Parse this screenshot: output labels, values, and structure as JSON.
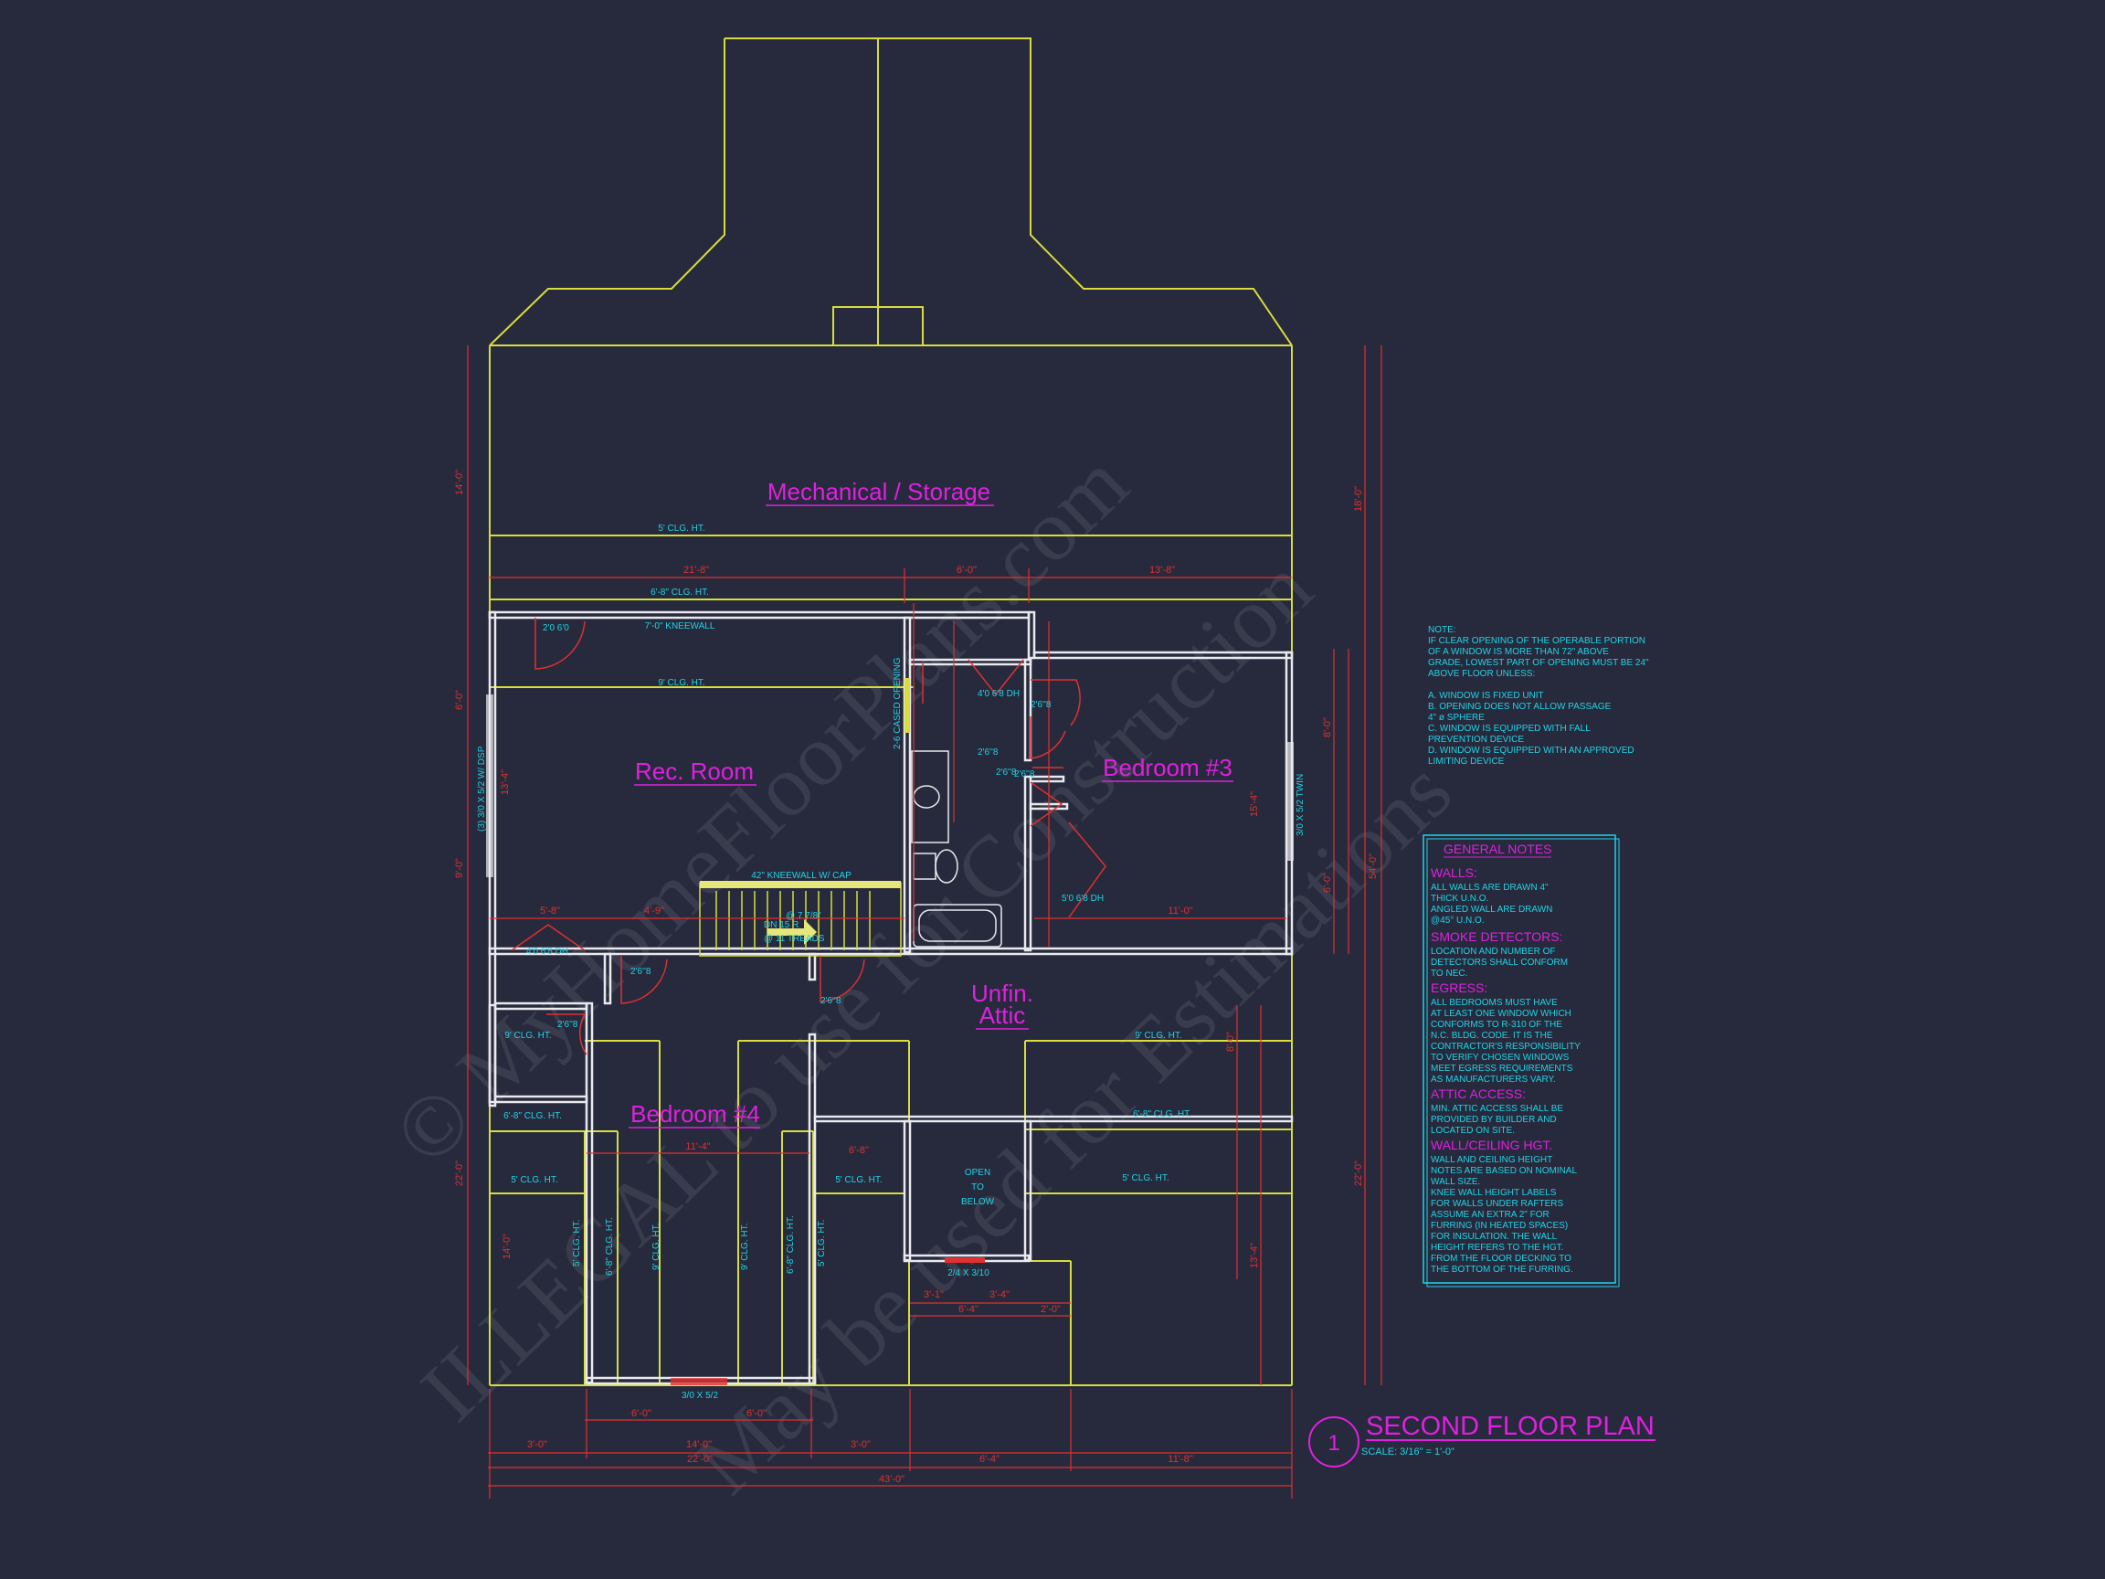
{
  "drawing": {
    "title": "SECOND FLOOR PLAN",
    "scale": "SCALE: 3/16\" = 1'-0\"",
    "number": "1"
  },
  "rooms": {
    "mech": "Mechanical / Storage",
    "rec": "Rec. Room",
    "bed3": "Bedroom #3",
    "bed4": "Bedroom #4",
    "unfin1": "Unfin.",
    "unfin2": "Attic",
    "open1": "OPEN",
    "open2": "TO",
    "open3": "BELOW"
  },
  "labels": {
    "clg5_top": "5' CLG. HT.",
    "clg68_top": "6'-8\" CLG. HT.",
    "kneewall7": "7'-0\" KNEEWALL",
    "clg9_rec": "9' CLG. HT.",
    "kneewall42": "42\" KNEEWALL W/ CAP",
    "stair1": "DN 15 R",
    "stair2": "@ 7 7/8\"",
    "stair3": "@ 11 TREADS",
    "cased": "2-6 CASED OPENING",
    "win_left": "(3) 3/0 X 5/2 W/ DSP",
    "win_right": "3/0 X 5/2 TWIN",
    "dh46_a": "4'0 6'8 DH",
    "dh46_b": "4'0 6'8 DH",
    "dh56": "5'0 6'8 DH",
    "door26a": "2'6''8",
    "door26b": "2'6''8",
    "door26c": "2'6''8",
    "door26d": "2'6''8",
    "door26e": "2'6''8",
    "door26f": "2'6''8",
    "door26g": "2'6''8",
    "door20": "2'0 6'0",
    "clg9_left": "9' CLG. HT.",
    "clg68_left": "6'-8\" CLG. HT.",
    "clg5_left": "5' CLG. HT.",
    "clg9_attic": "9' CLG. HT.",
    "clg68_attic": "6'-8\" CLG. HT.",
    "clg5_mid": "5' CLG. HT.",
    "clg5_right": "5' CLG. HT.",
    "v_clg5a": "5' CLG. HT.",
    "v_clg68a": "6'-8\" CLG. HT.",
    "v_clg9a": "9' CLG. HT.",
    "v_clg9b": "9' CLG. HT.",
    "v_clg68b": "6'-8\" CLG. HT.",
    "v_clg5b": "5' CLG. HT.",
    "win_bottom": "3/0 X 5/2",
    "win_open": "2/4 X 3/10"
  },
  "dims": {
    "top_a": "21'-8\"",
    "top_b": "6'-0\"",
    "top_c": "13'-8\"",
    "rec_a": "5'-8\"",
    "rec_b": "4'-9\"",
    "bed3_w": "11'-0\"",
    "b_a": "6'-0\"",
    "b_b": "6'-0\"",
    "b1_a": "3'-0\"",
    "b1_b": "14'-0\"",
    "b1_c": "3'-0\"",
    "b2_a": "22'-0\"",
    "b2_b": "6'-4\"",
    "b2_c": "11'-8\"",
    "b3": "43'-0\"",
    "bed4_w": "11'-4\"",
    "open_a": "3'-1\"",
    "open_b": "3'-4\"",
    "open_c": "6'-4\"",
    "open_d": "2'-0\"",
    "stair_w": "6'-8\"",
    "left_a": "14'-0\"",
    "left_b": "6'-0\"",
    "left_c": "9'-0\"",
    "left_d": "22'-0\"",
    "left_e": "14'-0\"",
    "left_f": "13'-4\"",
    "right_a": "8'-0\"",
    "right_b": "18'-0\"",
    "right_c": "54'-0\"",
    "right_d": "22'-0\"",
    "right_e": "13'-4\"",
    "right_f": "6'-0\"",
    "bed3_h": "15'-4\"",
    "bed3_h2": "8'-0\""
  },
  "note": {
    "title": "NOTE:",
    "lines": [
      "IF CLEAR OPENING OF THE OPERABLE PORTION",
      "OF A WINDOW IS MORE THAN 72\" ABOVE",
      "GRADE, LOWEST PART OF OPENING MUST BE 24\"",
      "ABOVE FLOOR UNLESS:",
      "",
      "A.   WINDOW IS FIXED UNIT",
      "B.   OPENING DOES NOT ALLOW PASSAGE",
      "      4\" ø SPHERE",
      "C.   WINDOW IS EQUIPPED WITH FALL",
      "      PREVENTION DEVICE",
      "D.   WINDOW IS EQUIPPED WITH AN APPROVED",
      "      LIMITING DEVICE"
    ]
  },
  "general_notes": {
    "title": "GENERAL NOTES",
    "sections": [
      {
        "heading": "WALLS:",
        "lines": [
          "ALL WALLS ARE DRAWN 4\"",
          "THICK U.N.O.",
          "ANGLED WALL ARE DRAWN",
          "@45° U.N.O."
        ]
      },
      {
        "heading": "SMOKE DETECTORS:",
        "lines": [
          "LOCATION AND NUMBER OF",
          "DETECTORS SHALL CONFORM",
          "TO NEC."
        ]
      },
      {
        "heading": "EGRESS:",
        "lines": [
          "ALL BEDROOMS MUST HAVE",
          "AT LEAST ONE WINDOW WHICH",
          "CONFORMS TO R-310 OF THE",
          "N.C. BLDG. CODE. IT IS THE",
          "CONTRACTOR'S RESPONSIBILITY",
          "TO VERIFY CHOSEN WINDOWS",
          "MEET EGRESS REQUIREMENTS",
          "AS MANUFACTURERS VARY."
        ]
      },
      {
        "heading": "ATTIC ACCESS:",
        "lines": [
          "MIN. ATTIC ACCESS SHALL BE",
          "PROVIDED BY BUILDER AND",
          "LOCATED ON SITE."
        ]
      },
      {
        "heading": "WALL/CEILING HGT.",
        "lines": [
          "WALL AND CEILING HEIGHT",
          "NOTES ARE BASED ON NOMINAL",
          "WALL SIZE.",
          "KNEE WALL HEIGHT LABELS",
          "FOR WALLS UNDER RAFTERS",
          "ASSUME AN EXTRA 2\" FOR",
          "FURRING (IN HEATED SPACES)",
          "FOR INSULATION. THE WALL",
          "HEIGHT REFERS TO THE HGT.",
          "FROM THE FLOOR DECKING TO",
          "THE BOTTOM OF THE FURRING."
        ]
      }
    ]
  },
  "watermarks": {
    "a": "© MyHomeFloorPlans.com",
    "b": "ILLEGAL to use for Construction",
    "c": "May be used for Estimations"
  },
  "colors": {
    "background": "#262a3c",
    "outline": "#d8dc3c",
    "wall": "#e9e9ee",
    "dimension": "#e03030",
    "room_label": "#e020e0",
    "note_text": "#22d3e6"
  }
}
